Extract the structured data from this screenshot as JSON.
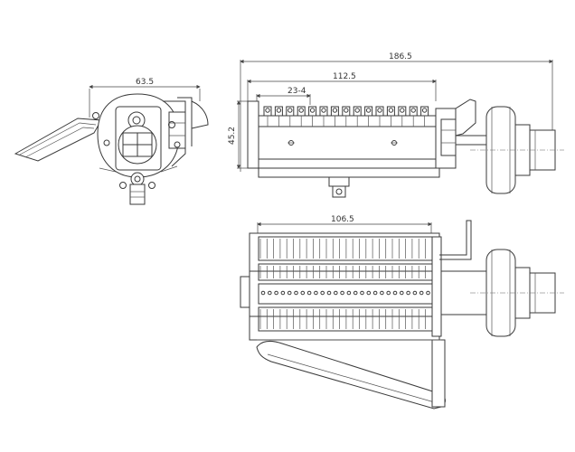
{
  "dimensions": {
    "front_width": "63.5",
    "overall_length": "186.5",
    "body_length": "112.5",
    "pitch": "23-4",
    "height": "45.2",
    "plan_length": "106.5"
  },
  "views": {
    "front": {
      "terminal_count": 1
    },
    "side": {
      "terminal_count": 15
    },
    "plan": {
      "terminal_columns": 26
    }
  }
}
